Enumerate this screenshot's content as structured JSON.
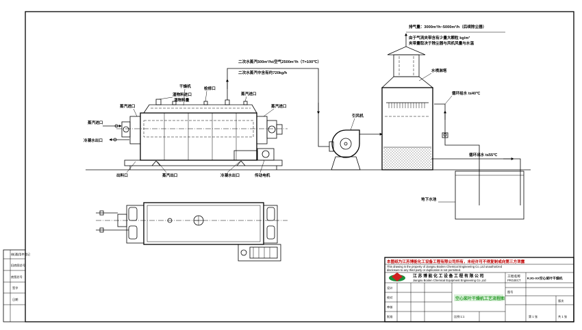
{
  "colors": {
    "line": "#000000",
    "title_green": "#2e9e2e",
    "copyright_red": "#c00000",
    "logo_green": "#1a8f3a",
    "logo_red": "#d02020"
  },
  "process": {
    "exhaust": "排气量：3000m³/h~5000m³/h（后续除尘器）",
    "exhaust_note_1": "由于气流夹带含有少量大颗粒 kg/m³",
    "exhaust_note_2": "夹带量取决于除尘器与风机风量与水温",
    "vapor_flow": "二次水蒸汽500m³/h±空气2500m³/h（T=100℃）",
    "vapor_dust": "二次水蒸汽中含有约720kg/h",
    "wet_feed_inlet": "湿物料进口",
    "wet_feed_rate": "湿物料量",
    "dryer": "干燥机",
    "inspection_port": "检修口",
    "steam_inlet": "蒸汽进口",
    "condensate_outlet": "冷凝水出口",
    "discharge_port": "出料口",
    "steam_outlet": "蒸汽出口",
    "drive_motor": "传动电机",
    "induced_fan": "引风机",
    "spray_tower": "水喷淋塔",
    "circ_supply": "循环给水 t≤40℃",
    "circ_return": "循环出水 t≤55℃",
    "water_pool": "地下水池"
  },
  "side_table": {
    "rows": [
      "借(通)用件登记",
      "旧底图总号",
      "底图总号",
      "签字",
      "日期"
    ]
  },
  "title_block": {
    "copyright_cn": "本图纸为江苏博能化工设备工程有限公司所有，未经许可不得复制或向第三方泄露",
    "copyright_en_1": "This drawing is the property of Jiangsu Boolen Chemical Engineering Co.,Ltd unauthorized",
    "copyright_en_2": "disclosure to any third party or duplication is not permitted.",
    "company_cn": "江苏博能化工设备工程有限公司",
    "company_en": "Jiangsu Boolen Chemical Equipment Engineering Co.,Ltd",
    "project_label_cn": "工程名称",
    "project_label_en": "PROJECT",
    "project_value": "KJG-XX空心桨叶干燥机",
    "drawing_title": "空心桨叶干燥机工艺流程图",
    "roles": [
      "设计",
      "校对",
      "审核",
      "批准"
    ],
    "dwg_no_label": "图号",
    "revision_label": "版次",
    "scale": "比例 1:1",
    "sheet": "第 1 张",
    "total": "共 1 张"
  }
}
